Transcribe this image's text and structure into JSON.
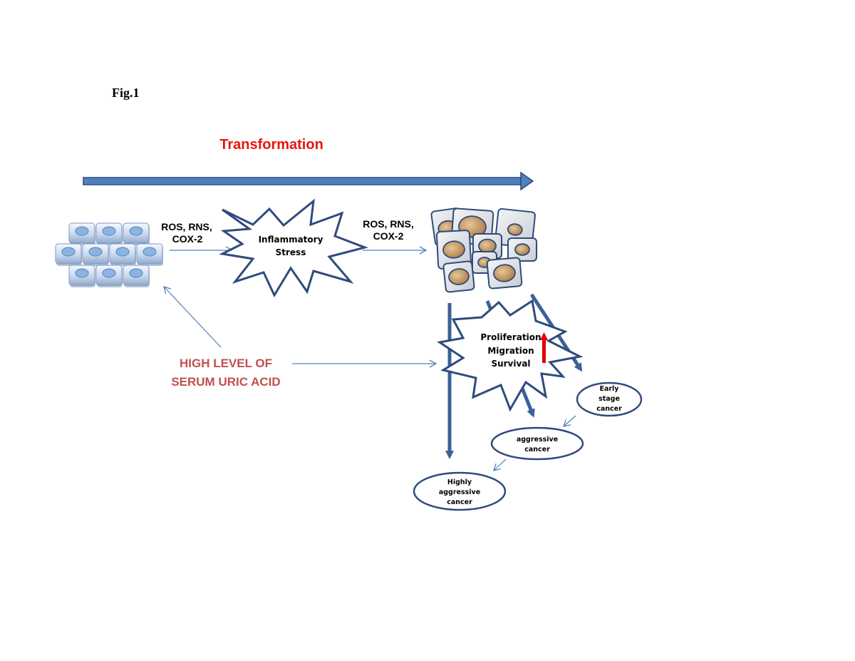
{
  "figure_label": "Fig.1",
  "transformation_label": "Transformation",
  "left_chemicals": {
    "line1": "ROS, RNS,",
    "line2": "COX-2"
  },
  "right_chemicals": {
    "line1": "ROS, RNS,",
    "line2": "COX-2"
  },
  "inflammatory_stress": {
    "line1": "Inflammatory",
    "line2": "Stress"
  },
  "effects_burst": {
    "line1": "Proliferation",
    "line2": "Migration",
    "line3": "Survival"
  },
  "uric_acid": {
    "line1": "HIGH LEVEL OF",
    "line2": "SERUM URIC ACID"
  },
  "outcomes": {
    "early": {
      "line1": "Early",
      "line2": "stage",
      "line3": "cancer"
    },
    "aggressive": {
      "line1": "aggressive",
      "line2": "cancer"
    },
    "highly": {
      "line1": "Highly",
      "line2": "aggressive",
      "line3": "cancer"
    }
  },
  "colors": {
    "transformation_red": "#e8140c",
    "uric_acid_red": "#c0504d",
    "main_arrow_blue": "#4f81bd",
    "dark_arrow_blue": "#3c6196",
    "outline_navy": "#2f4b7c",
    "cell_blue": "#8db3e2",
    "increase_arrow_red": "#e00000"
  }
}
